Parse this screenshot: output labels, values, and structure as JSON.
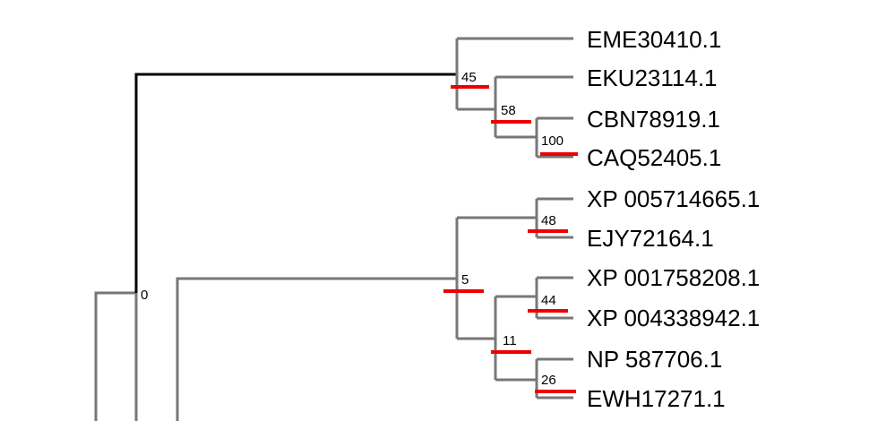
{
  "colors": {
    "branch": "#777777",
    "root_branch": "#000000",
    "marker": "#ee0000",
    "background": "#ffffff"
  },
  "leaves": [
    {
      "id": "leaf-1",
      "label": "EME30410.1"
    },
    {
      "id": "leaf-2",
      "label": "EKU23114.1"
    },
    {
      "id": "leaf-3",
      "label": "CBN78919.1"
    },
    {
      "id": "leaf-4",
      "label": "CAQ52405.1"
    },
    {
      "id": "leaf-5",
      "label": "XP 005714665.1"
    },
    {
      "id": "leaf-6",
      "label": "EJY72164.1"
    },
    {
      "id": "leaf-7",
      "label": "XP 001758208.1"
    },
    {
      "id": "leaf-8",
      "label": "XP 004338942.1"
    },
    {
      "id": "leaf-9",
      "label": "NP 587706.1"
    },
    {
      "id": "leaf-10",
      "label": "EWH17271.1"
    }
  ],
  "support_values": {
    "n0": "0",
    "n45": "45",
    "n58": "58",
    "n100": "100",
    "n5": "5",
    "n48": "48",
    "n11": "11",
    "n44": "44",
    "n26": "26"
  }
}
